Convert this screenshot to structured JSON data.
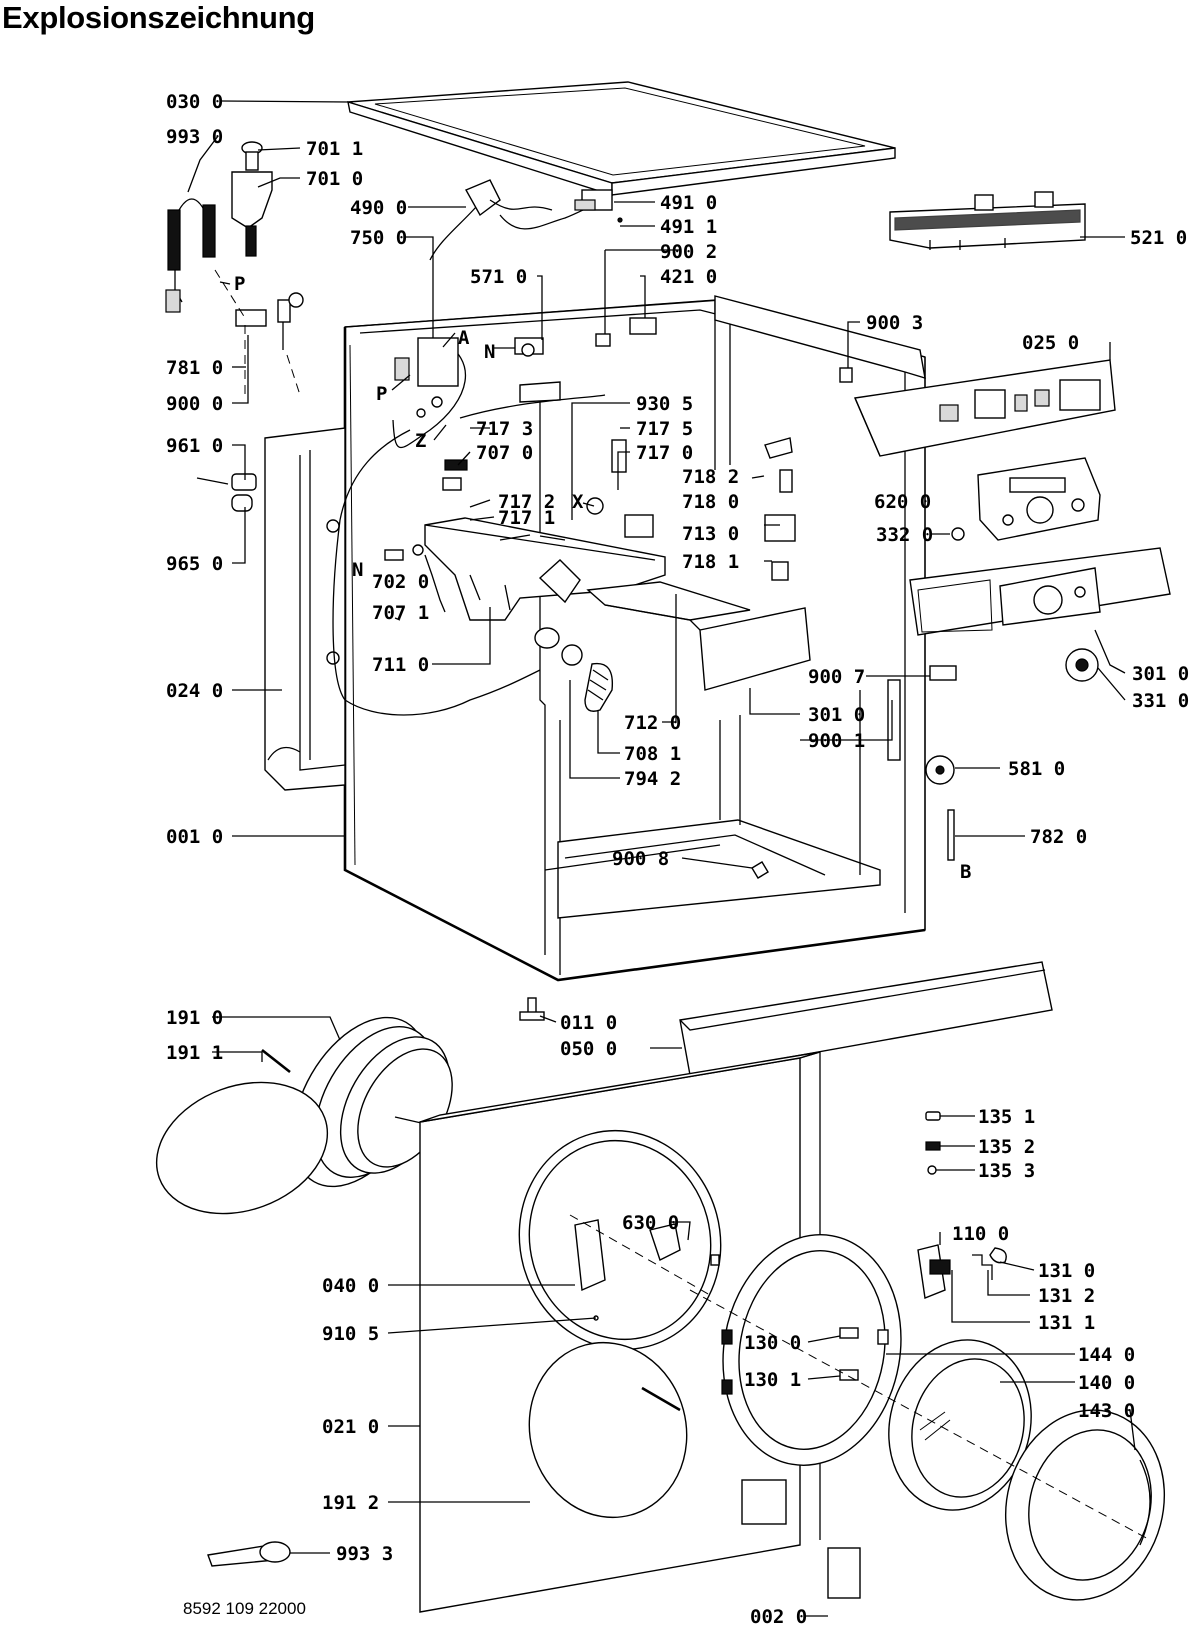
{
  "title": "Explosionszeichnung",
  "footer_code": "8592 109 22000",
  "callouts": [
    {
      "id": "030-0",
      "label": "030 0"
    },
    {
      "id": "993-0",
      "label": "993 0"
    },
    {
      "id": "701-1",
      "label": "701 1"
    },
    {
      "id": "701-0",
      "label": "701 0"
    },
    {
      "id": "490-0",
      "label": "490 0"
    },
    {
      "id": "491-0",
      "label": "491 0"
    },
    {
      "id": "491-1",
      "label": "491 1"
    },
    {
      "id": "750-0",
      "label": "750 0"
    },
    {
      "id": "900-2",
      "label": "900 2"
    },
    {
      "id": "571-0",
      "label": "571 0"
    },
    {
      "id": "421-0",
      "label": "421 0"
    },
    {
      "id": "521-0",
      "label": "521 0"
    },
    {
      "id": "900-3",
      "label": "900 3"
    },
    {
      "id": "025-0",
      "label": "025 0"
    },
    {
      "id": "781-0",
      "label": "781 0"
    },
    {
      "id": "900-0",
      "label": "900 0"
    },
    {
      "id": "930-5",
      "label": "930 5"
    },
    {
      "id": "717-3",
      "label": "717 3"
    },
    {
      "id": "717-5",
      "label": "717 5"
    },
    {
      "id": "961-0",
      "label": "961 0"
    },
    {
      "id": "707-0",
      "label": "707 0"
    },
    {
      "id": "717-0",
      "label": "717 0"
    },
    {
      "id": "718-2",
      "label": "718 2"
    },
    {
      "id": "718-0",
      "label": "718 0"
    },
    {
      "id": "620-0",
      "label": "620 0"
    },
    {
      "id": "717-2",
      "label": "717 2"
    },
    {
      "id": "717-1",
      "label": "717 1"
    },
    {
      "id": "713-0",
      "label": "713 0"
    },
    {
      "id": "332-0",
      "label": "332 0"
    },
    {
      "id": "965-0",
      "label": "965 0"
    },
    {
      "id": "718-1",
      "label": "718 1"
    },
    {
      "id": "702-0",
      "label": "702 0"
    },
    {
      "id": "707-1",
      "label": "707 1"
    },
    {
      "id": "711-0",
      "label": "711 0"
    },
    {
      "id": "900-7",
      "label": "900 7"
    },
    {
      "id": "301-0a",
      "label": "301 0"
    },
    {
      "id": "331-0",
      "label": "331 0"
    },
    {
      "id": "024-0",
      "label": "024 0"
    },
    {
      "id": "712-0",
      "label": "712 0"
    },
    {
      "id": "301-0b",
      "label": "301 0"
    },
    {
      "id": "900-1",
      "label": "900 1"
    },
    {
      "id": "708-1",
      "label": "708 1"
    },
    {
      "id": "794-2",
      "label": "794 2"
    },
    {
      "id": "581-0",
      "label": "581 0"
    },
    {
      "id": "001-0",
      "label": "001 0"
    },
    {
      "id": "782-0",
      "label": "782 0"
    },
    {
      "id": "900-8",
      "label": "900 8"
    },
    {
      "id": "191-0",
      "label": "191 0"
    },
    {
      "id": "011-0",
      "label": "011 0"
    },
    {
      "id": "191-1",
      "label": "191 1"
    },
    {
      "id": "050-0",
      "label": "050 0"
    },
    {
      "id": "135-1",
      "label": "135 1"
    },
    {
      "id": "135-2",
      "label": "135 2"
    },
    {
      "id": "135-3",
      "label": "135 3"
    },
    {
      "id": "630-0",
      "label": "630 0"
    },
    {
      "id": "110-0",
      "label": "110 0"
    },
    {
      "id": "040-0",
      "label": "040 0"
    },
    {
      "id": "131-0",
      "label": "131 0"
    },
    {
      "id": "131-2",
      "label": "131 2"
    },
    {
      "id": "131-1",
      "label": "131 1"
    },
    {
      "id": "130-0",
      "label": "130 0"
    },
    {
      "id": "910-5",
      "label": "910 5"
    },
    {
      "id": "144-0",
      "label": "144 0"
    },
    {
      "id": "130-1",
      "label": "130 1"
    },
    {
      "id": "140-0",
      "label": "140 0"
    },
    {
      "id": "143-0",
      "label": "143 0"
    },
    {
      "id": "021-0",
      "label": "021 0"
    },
    {
      "id": "191-2",
      "label": "191 2"
    },
    {
      "id": "993-3",
      "label": "993 3"
    },
    {
      "id": "002-0",
      "label": "002 0"
    }
  ],
  "markers": [
    {
      "id": "A",
      "label": "A"
    },
    {
      "id": "N1",
      "label": "N"
    },
    {
      "id": "P1",
      "label": "P"
    },
    {
      "id": "P2",
      "label": "P"
    },
    {
      "id": "Z",
      "label": "Z"
    },
    {
      "id": "X",
      "label": "X"
    },
    {
      "id": "N2",
      "label": "N"
    },
    {
      "id": "B",
      "label": "B"
    }
  ]
}
